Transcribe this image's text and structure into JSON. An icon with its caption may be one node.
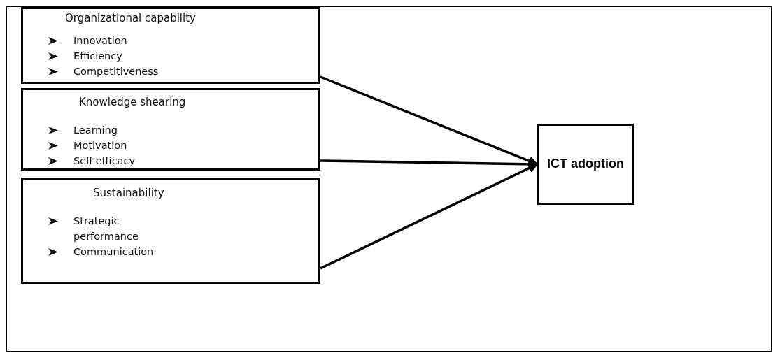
{
  "diagram": {
    "nodes": [
      {
        "text": [
          "Organizational capability",
          "Innovation",
          "Efficiency",
          "Competitiveness"
        ]
      },
      {
        "text": [
          "Knowledge shearing",
          "Learning",
          "Motivation",
          "Self-efficacy"
        ]
      },
      {
        "text": [
          "Sustainability",
          "Strategic performance",
          "Communication"
        ]
      },
      {
        "text": [
          "ICT adoption"
        ]
      }
    ],
    "edges": [
      {
        "from": 0,
        "to": 3,
        "arrow": "to"
      },
      {
        "from": 1,
        "to": 3,
        "arrow": "to"
      },
      {
        "from": 2,
        "to": 3,
        "arrow": "to"
      }
    ]
  }
}
